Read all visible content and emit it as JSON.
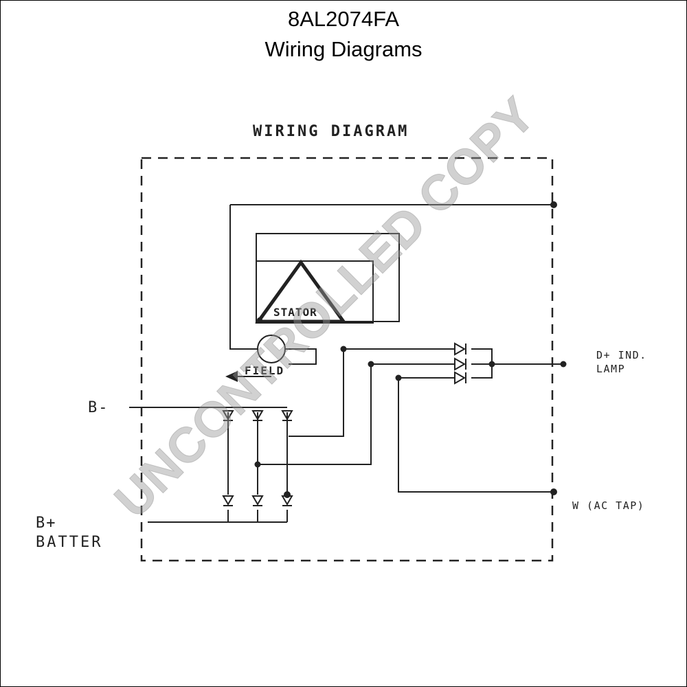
{
  "header": {
    "part_number": "8AL2074FA",
    "title": "Wiring Diagrams"
  },
  "diagram": {
    "heading": "WIRING DIAGRAM",
    "stator_label": "STATOR",
    "field_label": "FIELD",
    "terminals": {
      "b_minus": "B-",
      "b_plus": "B+",
      "battery": "BATTER",
      "d_plus": "D+ IND.",
      "lamp": "LAMP",
      "w_tap": "W (AC TAP)"
    }
  },
  "watermark": "UNCONTROLLED COPY"
}
